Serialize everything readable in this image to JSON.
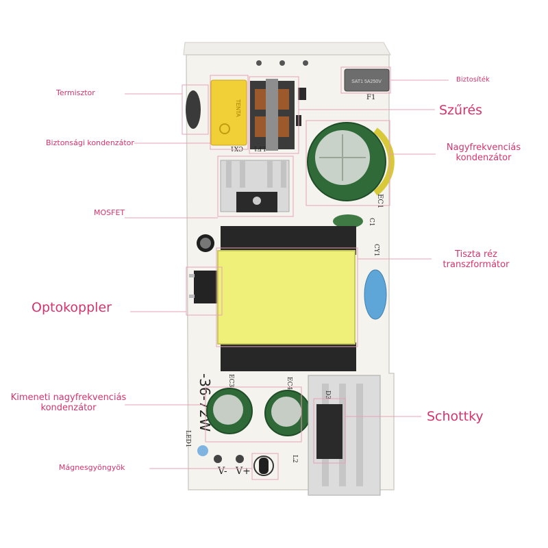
{
  "labels": {
    "termisztor": "Termisztor",
    "biztonsagi_kondenzator": "Biztonsági kondenzátor",
    "mosfet": "MOSFET",
    "optokoppler": "Optokoppler",
    "kimeneti_line1": "Kimeneti nagyfrekvenciás",
    "kimeneti_line2": "kondenzátor",
    "magnesgyongyok": "Mágnesgyöngyök",
    "biztosítek": "Biztosíték",
    "szures": "Szűrés",
    "nagyfrekv_line1": "Nagyfrekvenciás",
    "nagyfrekv_line2": "kondenzátor",
    "tiszta_line1": "Tiszta réz",
    "tiszta_line2": "transzformátor",
    "schottky": "Schottky"
  },
  "board_text": {
    "cx1": "CX1",
    "lf1": "LF1",
    "f1": "F1",
    "ec1": "EC1",
    "c1": "C1",
    "cy1": "CY1",
    "model": "-36-72W",
    "ec3": "EC3",
    "ec4": "EC4",
    "d3": "D3",
    "led1": "LED1",
    "l2": "L2",
    "v_minus": "V-",
    "v_plus": "V+",
    "brand": "TENTA",
    "fuse_code": "SAT1 5A250V"
  },
  "colors": {
    "label": "#d6336c",
    "leader": "#e8a0b6",
    "pcb": "#f4f3ee",
    "yellow_core": "#eef07a"
  }
}
